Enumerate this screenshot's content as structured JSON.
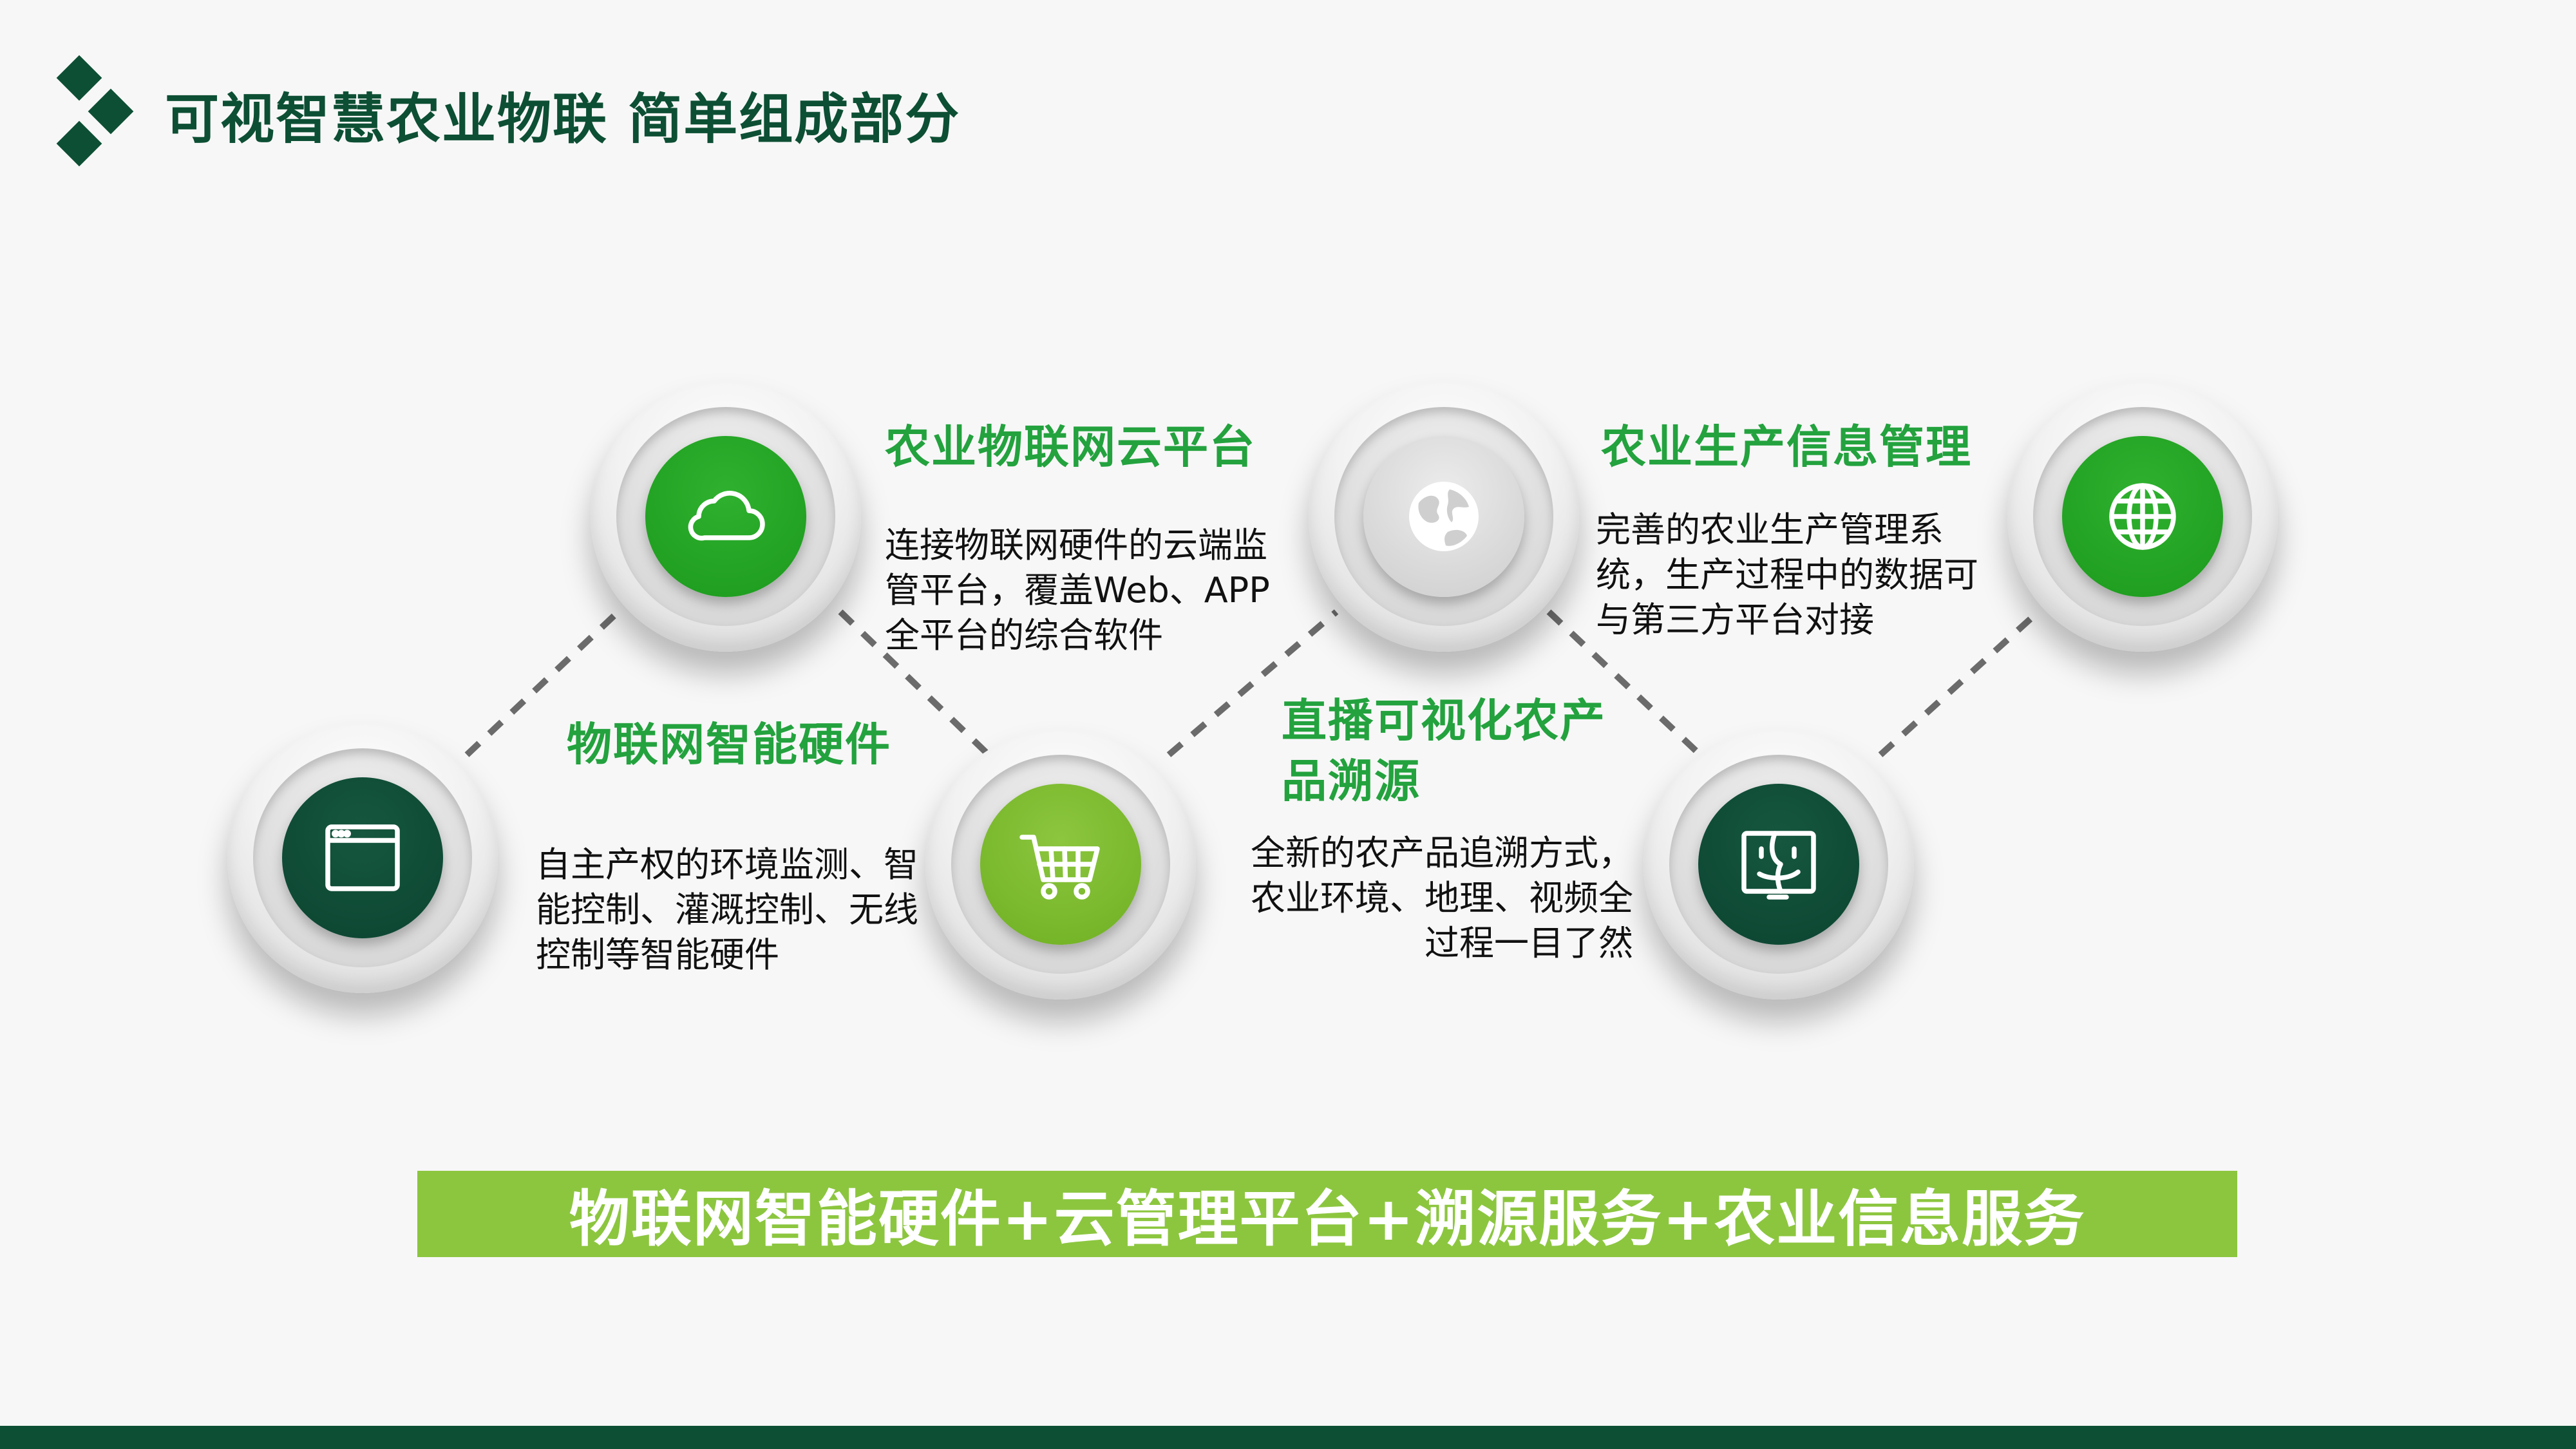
{
  "header": {
    "title": "可视智慧农业物联 简单组成部分"
  },
  "colors": {
    "dark_green": "#0d4f34",
    "bright_green": "#1c9a1c",
    "lime_green": "#8cc63f",
    "heading_green": "#23a23e"
  },
  "nodes": [
    {
      "id": "hardware",
      "icon": "browser-window-icon",
      "style": "dark"
    },
    {
      "id": "cloud",
      "icon": "cloud-icon",
      "style": "bright"
    },
    {
      "id": "shop",
      "icon": "shopping-cart-icon",
      "style": "lime"
    },
    {
      "id": "earth",
      "icon": "earth-icon",
      "style": "grey"
    },
    {
      "id": "monitor",
      "icon": "monitor-face-icon",
      "style": "dark"
    },
    {
      "id": "globe",
      "icon": "globe-icon",
      "style": "bright"
    }
  ],
  "sections": {
    "cloud_platform": {
      "title": "农业物联网云平台",
      "description": "连接物联网硬件的云端监管平台，覆盖Web、APP全平台的综合软件"
    },
    "smart_hardware": {
      "title": "物联网智能硬件",
      "description": "自主产权的环境监测、智能控制、灌溉控制、无线控制等智能硬件"
    },
    "traceability": {
      "title": "直播可视化农产品溯源",
      "description": "全新的农产品追溯方式，农业环境、地理、视频全过程一目了然"
    },
    "production_info": {
      "title": "农业生产信息管理",
      "description": "完善的农业生产管理系统，生产过程中的数据可与第三方平台对接"
    }
  },
  "banner": {
    "text": "物联网智能硬件+云管理平台+溯源服务+农业信息服务"
  }
}
